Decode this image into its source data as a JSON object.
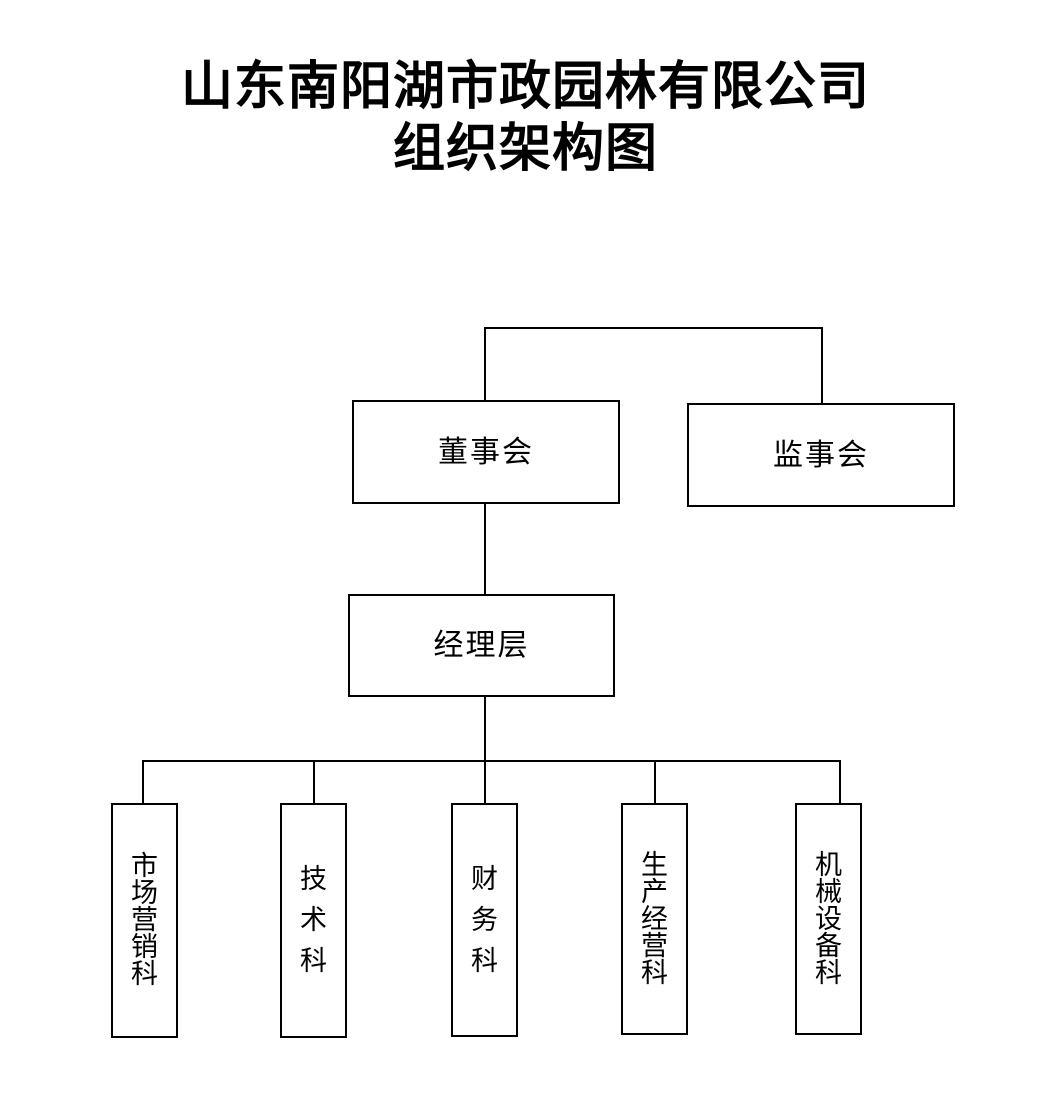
{
  "document": {
    "title_line1": "山东南阳湖市政园林有限公司",
    "title_line2": "组织架构图",
    "background_color": "#ffffff",
    "line_color": "#000000",
    "text_color": "#000000"
  },
  "chart_data": {
    "type": "diagram",
    "diagram_kind": "organizational-chart",
    "orientation": "top-down",
    "title": "山东南阳湖市政园林有限公司组织架构图",
    "nodes": [
      {
        "id": "board",
        "label": "董事会",
        "level": 1,
        "text_orientation": "horizontal"
      },
      {
        "id": "supervisor",
        "label": "监事会",
        "level": 1,
        "text_orientation": "horizontal"
      },
      {
        "id": "manager",
        "label": "经理层",
        "level": 2,
        "text_orientation": "horizontal"
      },
      {
        "id": "marketing",
        "label": "市场营销科",
        "level": 3,
        "text_orientation": "vertical",
        "chars": [
          "市",
          "场",
          "营",
          "销",
          "科"
        ]
      },
      {
        "id": "technical",
        "label": "技术科",
        "level": 3,
        "text_orientation": "vertical",
        "chars": [
          "技",
          "术",
          "科"
        ]
      },
      {
        "id": "finance",
        "label": "财务科",
        "level": 3,
        "text_orientation": "vertical",
        "chars": [
          "财",
          "务",
          "科"
        ]
      },
      {
        "id": "production",
        "label": "生产经营科",
        "level": 3,
        "text_orientation": "vertical",
        "chars": [
          "生",
          "产",
          "经",
          "营",
          "科"
        ]
      },
      {
        "id": "equipment",
        "label": "机械设备科",
        "level": 3,
        "text_orientation": "vertical",
        "chars": [
          "机",
          "械",
          "设",
          "备",
          "科"
        ]
      }
    ],
    "edges": [
      {
        "from": "board",
        "to": "supervisor",
        "style": "elbow-top"
      },
      {
        "from": "board",
        "to": "manager",
        "style": "straight"
      },
      {
        "from": "manager",
        "to": "marketing",
        "style": "elbow"
      },
      {
        "from": "manager",
        "to": "technical",
        "style": "elbow"
      },
      {
        "from": "manager",
        "to": "finance",
        "style": "elbow"
      },
      {
        "from": "manager",
        "to": "production",
        "style": "elbow"
      },
      {
        "from": "manager",
        "to": "equipment",
        "style": "elbow"
      }
    ]
  }
}
